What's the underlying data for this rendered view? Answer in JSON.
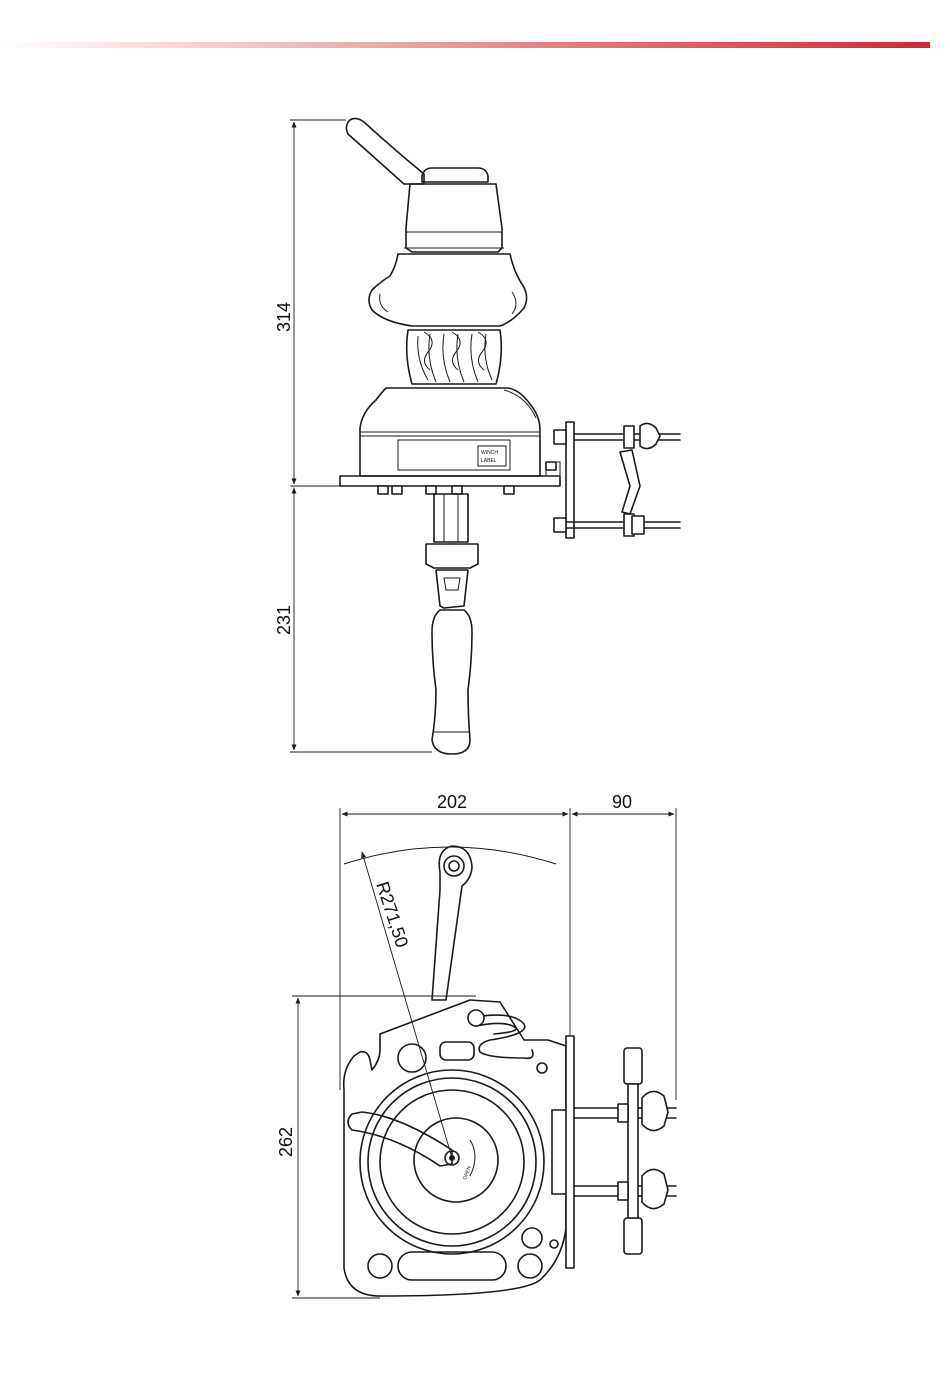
{
  "colors": {
    "accent": "#d6262f",
    "accent_fade": "#ffffff",
    "line": "#1a1a1a"
  },
  "dimensions": {
    "side_view_upper_height": "314",
    "side_view_lower_height": "231",
    "top_view_width": "202",
    "top_view_clamp_width": "90",
    "top_view_height": "262",
    "handle_radius": "R271,50"
  }
}
